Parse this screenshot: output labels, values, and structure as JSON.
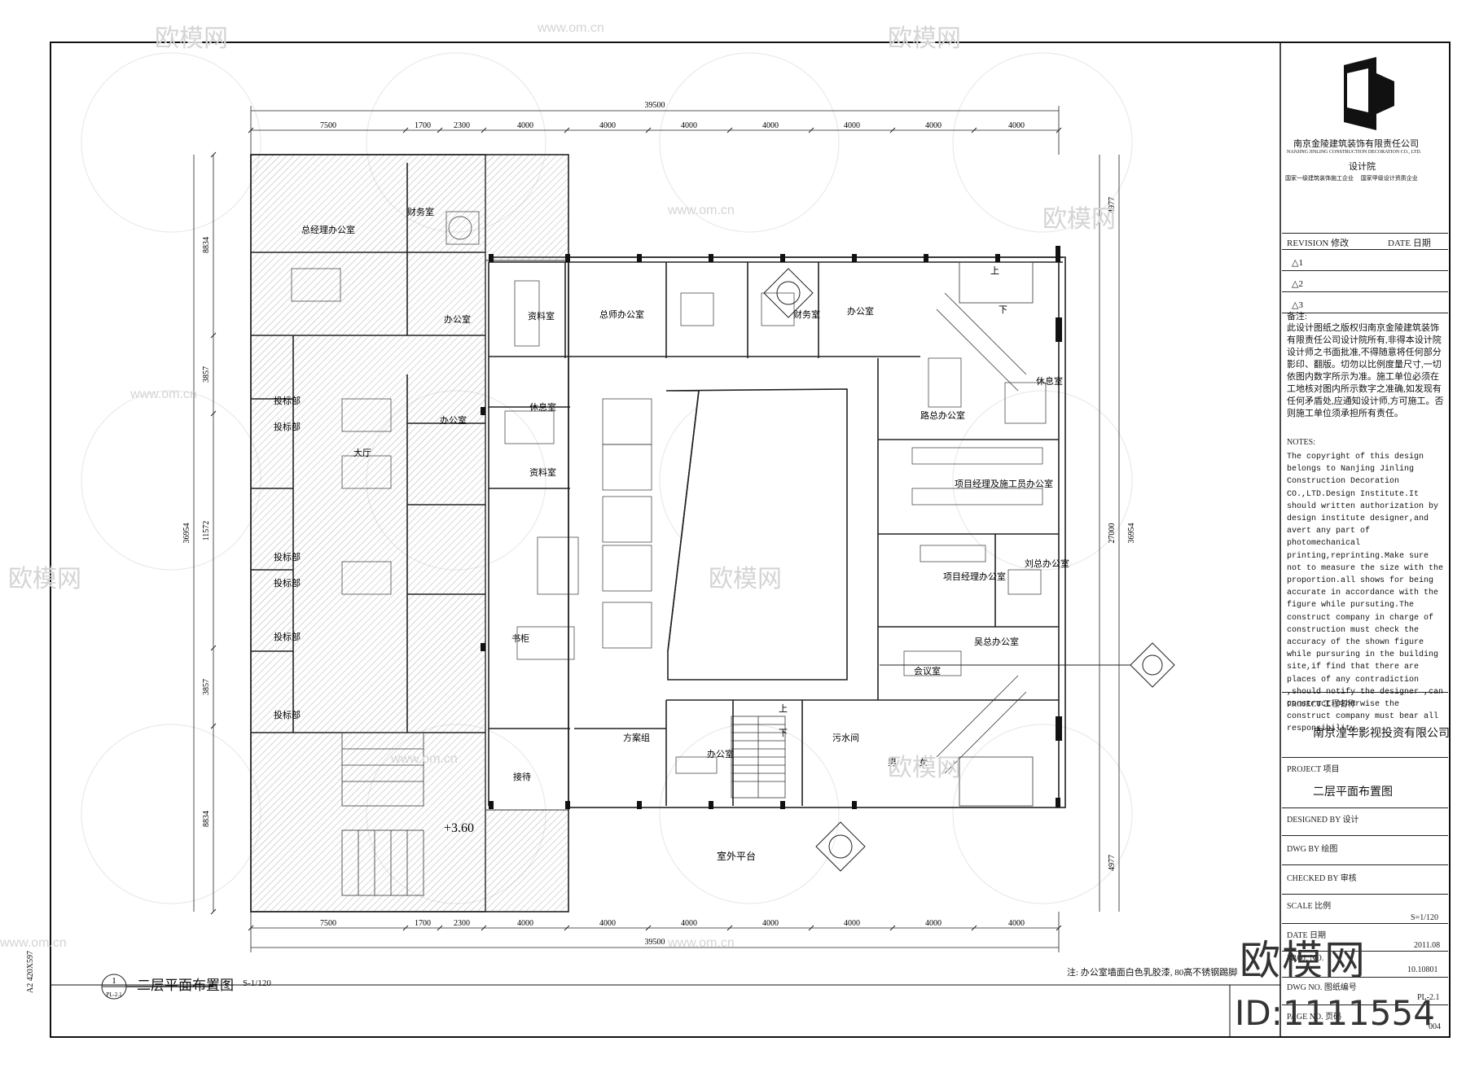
{
  "title_block": {
    "company_cn": "南京金陵建筑装饰有限责任公司",
    "company_en": "NANJING JINLING CONSTRUCTION DECORATION CO., LTD.",
    "institute": "设计院",
    "cert_line": "国家一级建筑装饰施工企业 　国家甲级设计资质企业",
    "revision_label": "REVISION 修改",
    "date_label": "DATE 日期",
    "revisions": [
      "1",
      "2",
      "3"
    ],
    "notes_cn_title": "备注:",
    "notes_cn": "此设计图纸之版权归南京金陵建筑装饰有限责任公司设计院所有,非得本设计院设计师之书面批准,不得随意将任何部分影印、翻版。切勿以比例度量尺寸,一切依图内数字所示为准。施工单位必须在工地核对图内所示数字之准确,如发现有任何矛盾处,应通知设计师,方可施工。否则施工单位须承担所有责任。",
    "notes_en_title": "NOTES:",
    "notes_en": "The copyright of this design belongs to Nanjing Jinling Construction Decoration CO.,LTD.Design Institute.It should written authorization by design institute designer,and avert any part of photomechanical printing,reprinting.Make sure not to measure the size with the proportion.all shows for being accurate in accordance with the figure while pursuting.The construct company in charge of construction must check the accuracy of the shown figure while pursuring in the building site,if find that there are places of any contradiction ,should notify the designer ,can construct.Otherwise the construct company must bear all responsibility.",
    "project_label": "PROJECT 工程名称",
    "project_value": "南京湟华影视投资有限公司",
    "item_label": "PROJECT 项目",
    "item_value": "二层平面布置图",
    "designed_label": "DESIGNED BY 设计",
    "drawn_label": "DWG BY 绘图",
    "checked_label": "CHECKED BY 审核",
    "scale_label": "SCALE 比例",
    "scale_value": "S=1/120",
    "date2_label": "DATE 日期",
    "date2_value": "2011.08",
    "proj_no_label": "PROJ. NO.",
    "proj_no_value": "10.10801",
    "dwg_no_label": "DWG NO. 图纸编号",
    "dwg_no_value": "PL-2.1",
    "page_label": "PAGE NO. 页码",
    "page_value": "004"
  },
  "drawing": {
    "title": "二层平面布置图",
    "scale": "S-1/120",
    "callout_top": "1",
    "callout_bottom": "PL-2.1",
    "side_code": "A2 420X597",
    "bottom_note": "注: 办公室墙面白色乳胶漆, 80高不锈钢踢脚",
    "elevation": "+3.60",
    "outdoor": "室外平台"
  },
  "dimensions": {
    "top_total": "39500",
    "bottom_total": "39500",
    "top_segments": [
      "7500",
      "1700",
      "2300",
      "4000",
      "4000",
      "4000",
      "4000",
      "4000",
      "4000",
      "4000"
    ],
    "left_total": "36954",
    "left_segments": [
      "8834",
      "3857",
      "11572",
      "3857",
      "8834"
    ],
    "right_total": "36954",
    "right_inner": "27000",
    "right_segments": [
      "4977",
      "4977"
    ]
  },
  "rooms": [
    "总经理办公室",
    "财务室",
    "办公室",
    "资料室",
    "总师办公室",
    "财务室",
    "办公室",
    "投标部",
    "投标部",
    "大厅",
    "投标部",
    "投标部",
    "投标部",
    "投标部",
    "办公室",
    "休息室",
    "资料室",
    "书柜",
    "方案组",
    "接待",
    "办公室",
    "污水间",
    "男",
    "女",
    "上",
    "下",
    "路总办公室",
    "休息室",
    "项目经理及施工员办公室",
    "项目经理办公室",
    "刘总办公室",
    "吴总办公室",
    "会议室",
    "上",
    "下"
  ],
  "watermark": {
    "brand": "欧模网",
    "site": "www.om.cn",
    "id": "ID:1111554"
  }
}
